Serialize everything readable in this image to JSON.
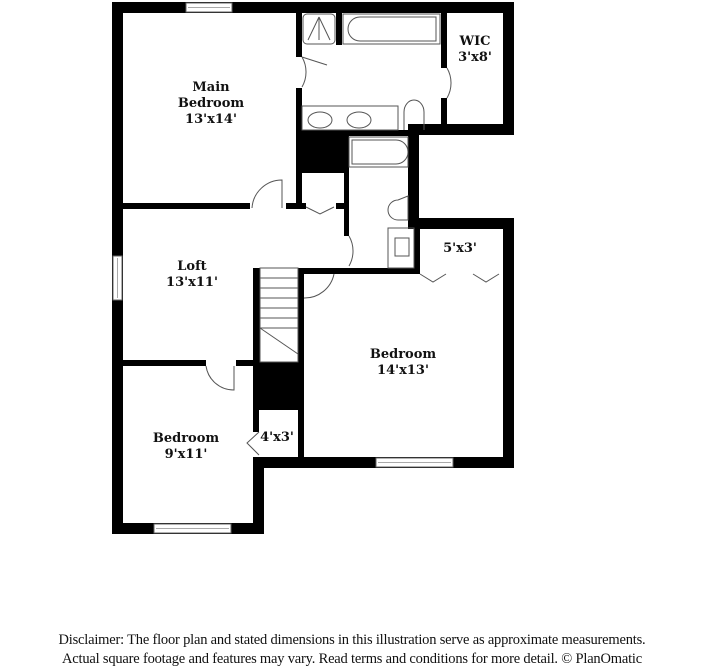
{
  "floor_plan": {
    "wall_color": "#000000",
    "fixture_color": "#555555",
    "window_color": "#bbbbbb",
    "rooms": [
      {
        "id": "main-bedroom",
        "name_line1": "Main",
        "name_line2": "Bedroom",
        "dimensions": "13'x14'"
      },
      {
        "id": "wic",
        "name": "WIC",
        "dimensions": "3'x8'"
      },
      {
        "id": "loft",
        "name": "Loft",
        "dimensions": "13'x11'"
      },
      {
        "id": "bedroom-2",
        "name": "Bedroom",
        "dimensions": "14'x13'"
      },
      {
        "id": "bedroom-3",
        "name": "Bedroom",
        "dimensions": "9'x11'"
      },
      {
        "id": "closet-1",
        "name": "",
        "dimensions": "5'x3'"
      },
      {
        "id": "closet-2",
        "name": "",
        "dimensions": "4'x3'"
      }
    ]
  },
  "disclaimer": {
    "line1": "Disclaimer: The floor plan and stated dimensions in this illustration serve as approximate measurements.",
    "line2": "Actual square footage and features may vary. Read terms and conditions for more detail. © PlanOmatic"
  }
}
